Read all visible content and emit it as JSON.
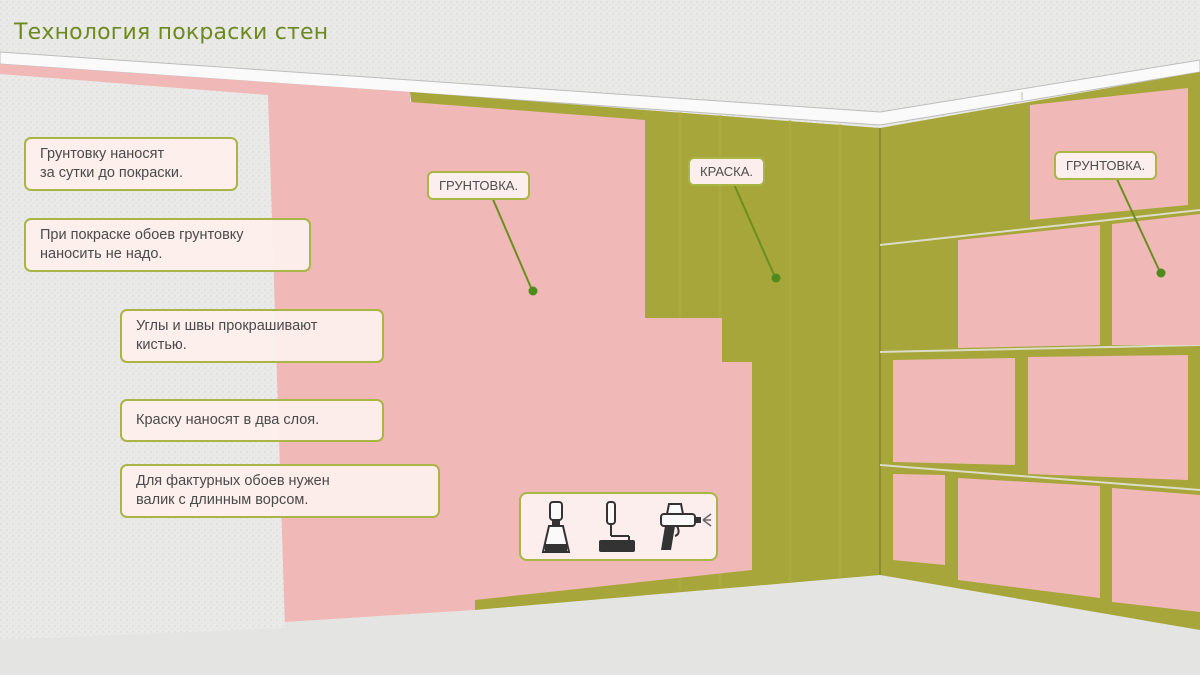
{
  "title": "Технология покраски стен",
  "notes": [
    {
      "line1": "Грунтовку наносят",
      "line2": "за сутки до покраски."
    },
    {
      "line1": "При покраске обоев грунтовку",
      "line2": "наносить не надо."
    },
    {
      "line1": "Углы и швы прокрашивают",
      "line2": "кистью."
    },
    {
      "line1": "Краску наносят в два слоя.",
      "line2": ""
    },
    {
      "line1": "Для фактурных обоев нужен",
      "line2": "валик с длинным ворсом."
    }
  ],
  "labels": {
    "primer_left": "ГРУНТОВКА.",
    "paint": "КРАСКА.",
    "primer_right": "ГРУНТОВКА."
  },
  "tools": [
    "brush-icon",
    "roller-icon",
    "spray-gun-icon"
  ],
  "colors": {
    "title": "#6e8a1e",
    "primer": "#f0b9b8",
    "paint": "#a7a63a",
    "plaster": "#e8e8e6",
    "accent": "#a9b544"
  }
}
